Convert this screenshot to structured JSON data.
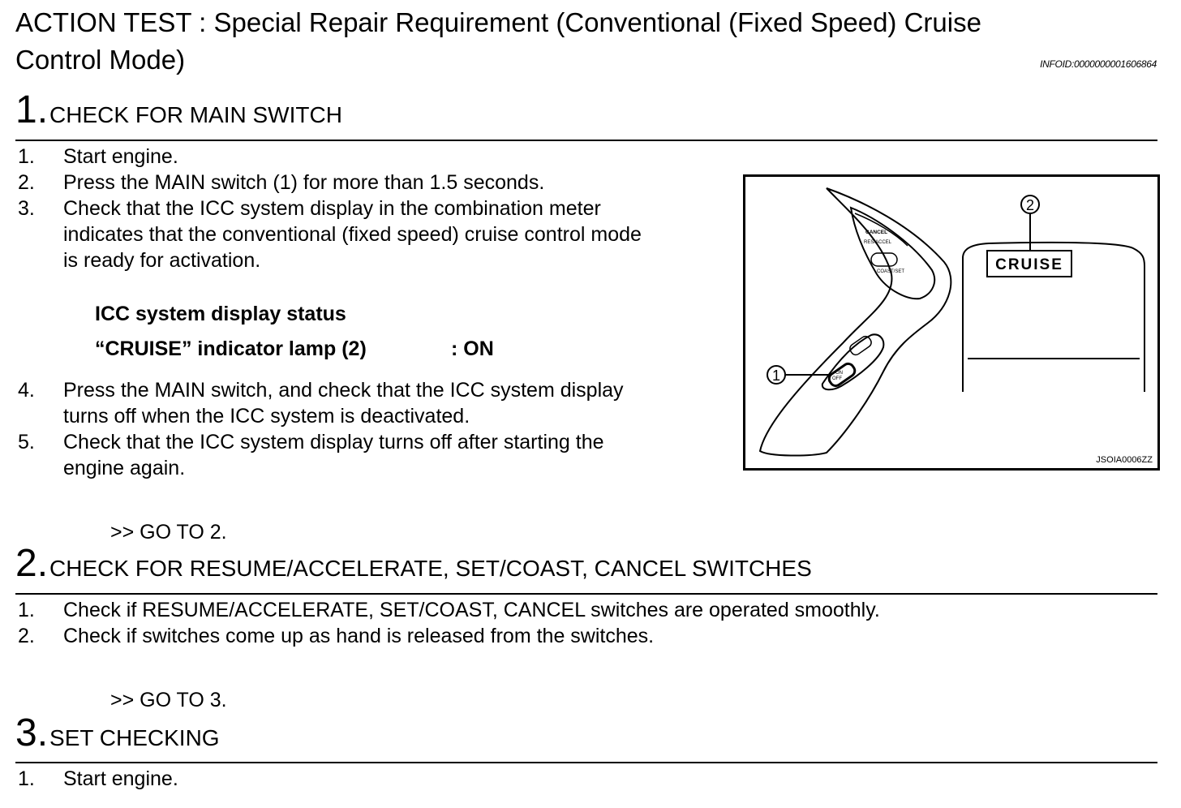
{
  "header": {
    "title_line1": "ACTION TEST : Special Repair Requirement (Conventional (Fixed Speed) Cruise",
    "title_line2": "Control Mode)",
    "infoid": "INFOID:0000000001606864"
  },
  "steps": [
    {
      "number": "1",
      "title": "CHECK FOR MAIN SWITCH",
      "items": [
        {
          "n": "1.",
          "text": "Start engine."
        },
        {
          "n": "2.",
          "text": "Press the MAIN switch (1) for more than 1.5 seconds."
        },
        {
          "n": "3.",
          "lines": [
            "Check that the ICC system display in the combination meter",
            "indicates that the conventional (fixed speed) cruise control mode",
            "is ready for activation."
          ]
        },
        {
          "n": "4.",
          "lines": [
            "Press the MAIN switch, and check that the ICC system display",
            "turns off when the ICC system is deactivated."
          ]
        },
        {
          "n": "5.",
          "lines": [
            "Check that the ICC system display turns off after starting the",
            "engine again."
          ]
        }
      ],
      "status_heading": "ICC system display status",
      "status_label": "“CRUISE” indicator lamp (2)",
      "status_value": ": ON",
      "goto": ">> GO TO 2."
    },
    {
      "number": "2",
      "title": "CHECK FOR RESUME/ACCELERATE, SET/COAST, CANCEL SWITCHES",
      "items": [
        {
          "n": "1.",
          "text": "Check if RESUME/ACCELERATE, SET/COAST, CANCEL switches are operated smoothly."
        },
        {
          "n": "2.",
          "text": "Check if switches come up as hand is released from the switches."
        }
      ],
      "goto": ">> GO TO 3."
    },
    {
      "number": "3",
      "title": "SET CHECKING",
      "items": [
        {
          "n": "1.",
          "text": "Start engine."
        }
      ]
    }
  ],
  "figure": {
    "callout1": "1",
    "callout2": "2",
    "cruise_lamp": "CRUISE",
    "btn_cancel": "CANCEL",
    "btn_res": "RES/ACCEL",
    "btn_coast": "COAST/SET",
    "btn_on": "ON",
    "btn_off": "OFF",
    "code": "JSOIA0006ZZ"
  }
}
